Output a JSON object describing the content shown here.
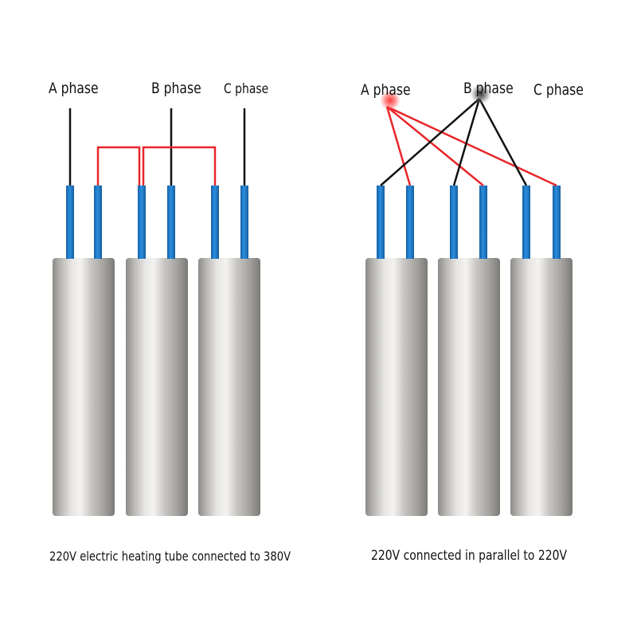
{
  "diagrams": [
    {
      "name": "series",
      "phase_labels": [
        "A phase",
        "B phase",
        "C phase"
      ],
      "caption": "220V electric heating tube connected to 380V"
    },
    {
      "name": "parallel",
      "phase_labels": [
        "A phase",
        "B phase",
        "C phase"
      ],
      "caption": "220V connected in parallel to 220V"
    }
  ],
  "colors": {
    "lead_wire": "#1e7fd1",
    "red_wire": "#e8262a",
    "black_wire": "#111111",
    "tube_metal": "#b9b7b4"
  }
}
